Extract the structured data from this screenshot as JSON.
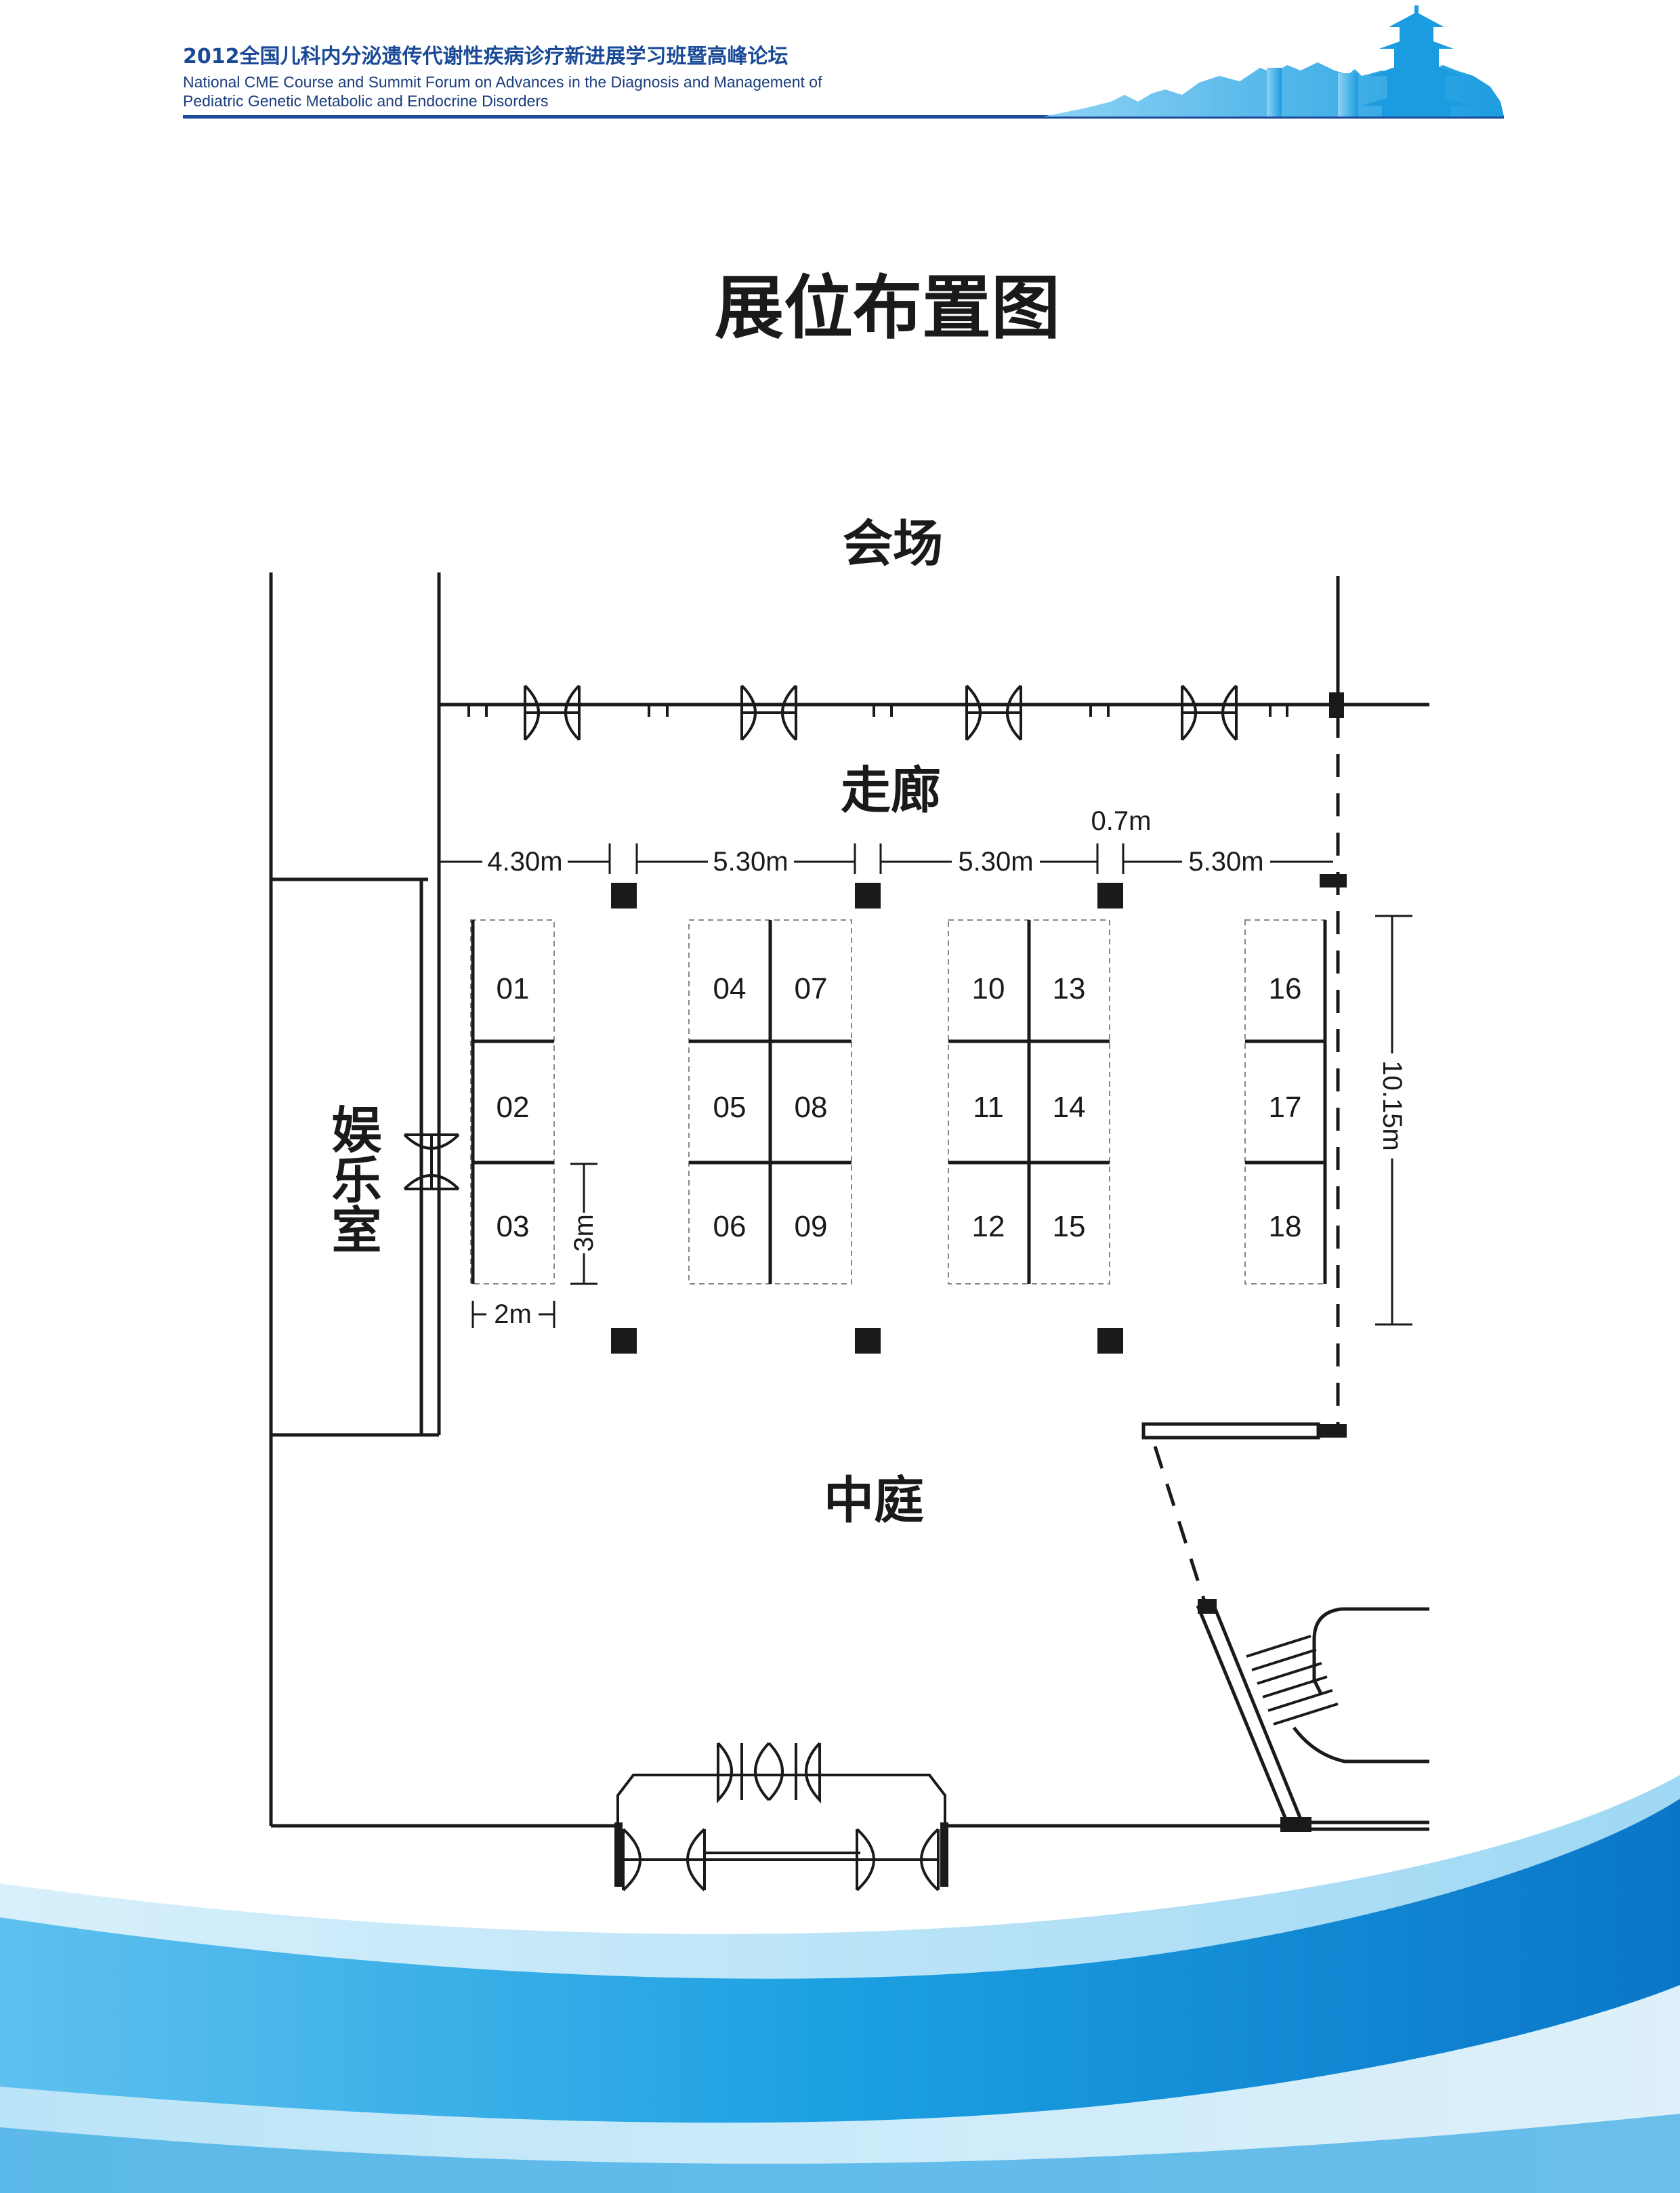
{
  "header": {
    "title_cn": "2012全国儿科内分泌遗传代谢性疾病诊疗新进展学习班暨高峰论坛",
    "title_en_line1": "National CME Course and Summit Forum on Advances in the Diagnosis and Management of",
    "title_en_line2": "Pediatric Genetic Metabolic and Endocrine Disorders"
  },
  "page_title": "展位布置图",
  "areas": {
    "venue": "会场",
    "corridor": "走廊",
    "courtyard": "中庭",
    "recreation_room": "娱乐室"
  },
  "dimensions": {
    "seg1": "4.30m",
    "seg2": "5.30m",
    "seg3": "5.30m",
    "seg4": "5.30m",
    "gap": "0.7m",
    "booth_height": "3m",
    "booth_width": "2m",
    "row_length": "10.15m"
  },
  "booths": {
    "b01": "01",
    "b02": "02",
    "b03": "03",
    "b04": "04",
    "b05": "05",
    "b06": "06",
    "b07": "07",
    "b08": "08",
    "b09": "09",
    "b10": "10",
    "b11": "11",
    "b12": "12",
    "b13": "13",
    "b14": "14",
    "b15": "15",
    "b16": "16",
    "b17": "17",
    "b18": "18"
  },
  "colors": {
    "header_text": "#1a4a97",
    "accent_blue": "#1e9be0",
    "line": "#1a1a1a"
  }
}
